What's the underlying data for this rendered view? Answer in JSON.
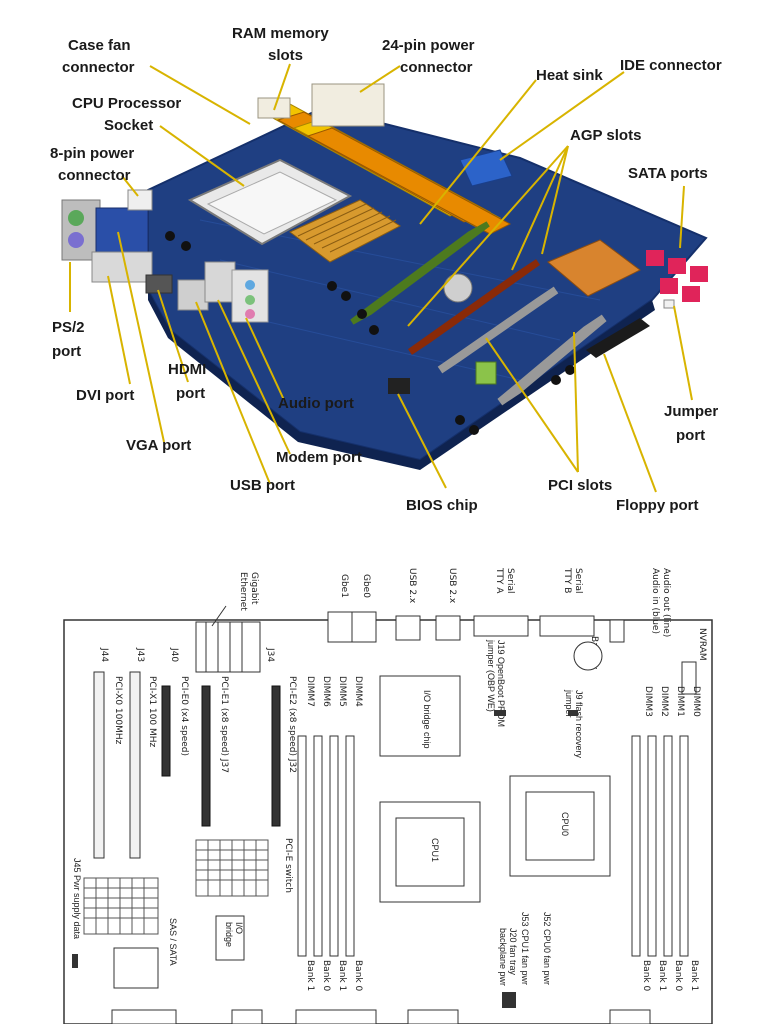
{
  "photo_labels": {
    "case_fan": [
      "Case fan",
      "connector"
    ],
    "ram": [
      "RAM memory",
      "slots"
    ],
    "power24": [
      "24-pin power",
      "connector"
    ],
    "heat_sink": "Heat sink",
    "ide": "IDE connector",
    "cpu": [
      "CPU Processor",
      "Socket"
    ],
    "agp": "AGP slots",
    "power8": [
      "8-pin power",
      "connector"
    ],
    "sata": "SATA ports",
    "ps2": [
      "PS/2",
      "port"
    ],
    "hdmi": [
      "HDMI",
      "port"
    ],
    "dvi": "DVI port",
    "audio": "Audio port",
    "jumper": [
      "Jumper",
      "port"
    ],
    "vga": "VGA port",
    "modem": "Modem port",
    "pci": "PCI slots",
    "usb": "USB port",
    "bios": "BIOS chip",
    "floppy": "Floppy port"
  },
  "schematic": {
    "ethernet": [
      "Gigabit",
      "Ethernet"
    ],
    "gbe1": "Gbe1",
    "gbe0": "Gbe0",
    "usb_a": "USB 2.x",
    "usb_b": "USB 2.x",
    "serial_a": [
      "Serial",
      "TTY A"
    ],
    "serial_b": [
      "Serial",
      "TTY B"
    ],
    "audio": [
      "Audio out (line)",
      "Audio in (blue)"
    ],
    "nvram": "NVRAM",
    "battery": "Battery",
    "j44": "J44",
    "j43": "J43",
    "j40": "J40",
    "j34": "J34",
    "pcix0": "PCI-X0 100MHz",
    "pcix1": "PCI-X1 100 MHz",
    "pcie0": "PCI-E0 (x4 speed)",
    "pcie1": "PCI-E1 (x8 speed) J37",
    "pcie2": "PCI-E2 (x8 speed) J32",
    "pcie_switch": "PCI-E switch",
    "j19": [
      "J19 OpenBoot PROM",
      "jumper (OBP WE)"
    ],
    "j9": [
      "J9 flash recovery",
      "jumper"
    ],
    "io_bridge_chip": "I/O bridge chip",
    "cpu1": "CPU1",
    "cpu0": "CPU0",
    "dimm_left": [
      "DIMM4",
      "DIMM5",
      "DIMM6",
      "DIMM7"
    ],
    "dimm_right": [
      "DIMM0",
      "DIMM1",
      "DIMM2",
      "DIMM3"
    ],
    "banks_left": [
      "Bank 0",
      "Bank 1",
      "Bank 0",
      "Bank 1"
    ],
    "banks_right": [
      "Bank 1",
      "Bank 0",
      "Bank 1",
      "Bank 0"
    ],
    "j45": "J45 Pwr supply data",
    "sas_sata": "SAS / SATA",
    "io_bridge": [
      "I/O",
      "bridge"
    ],
    "j53": "J53 CPU1 fan pwr",
    "j52": "J52 CPU0 fan pwr",
    "j20": [
      "J20 fan tray",
      "backplane pwr"
    ]
  }
}
